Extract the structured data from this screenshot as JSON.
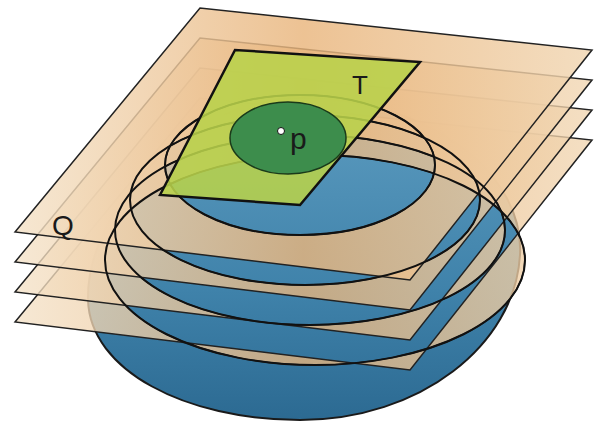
{
  "diagram": {
    "labels": [
      "Q",
      "T",
      "p"
    ]
  }
}
